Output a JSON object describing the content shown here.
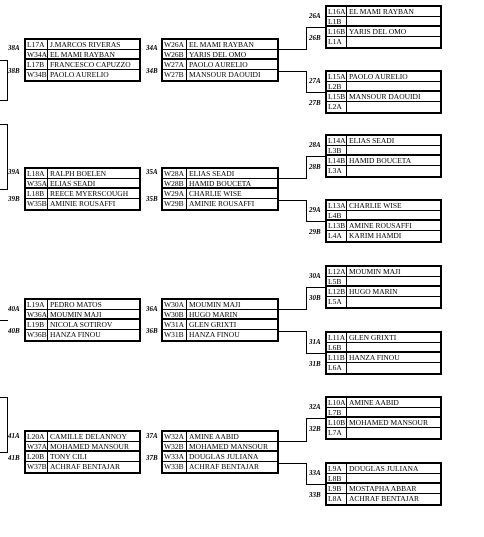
{
  "left": [
    {
      "id": "38",
      "labels": [
        "38A",
        "38B"
      ],
      "rows": [
        {
          "code": "L17A",
          "name": "J.MARCOS RIVERAS"
        },
        {
          "code": "W34A",
          "name": "EL MAMI RAYBAN"
        },
        {
          "code": "L17B",
          "name": "FRANCESCO CAPUZZO"
        },
        {
          "code": "W34B",
          "name": "PAOLO AURELIO"
        }
      ]
    },
    {
      "id": "39",
      "labels": [
        "39A",
        "39B"
      ],
      "rows": [
        {
          "code": "L18A",
          "name": "RALPH BOELEN"
        },
        {
          "code": "W35A",
          "name": "ELIAS SEADI"
        },
        {
          "code": "L18B",
          "name": "REECE MYERSCOUGH"
        },
        {
          "code": "W35B",
          "name": "AMINIE ROUSAFFI"
        }
      ]
    },
    {
      "id": "40",
      "labels": [
        "40A",
        "40B"
      ],
      "rows": [
        {
          "code": "L19A",
          "name": "PEDRO MATOS"
        },
        {
          "code": "W36A",
          "name": "MOUMIN MAJI"
        },
        {
          "code": "L19B",
          "name": "NICOLA SOTIROV"
        },
        {
          "code": "W36B",
          "name": "HANZA FINOU"
        }
      ]
    },
    {
      "id": "41",
      "labels": [
        "41A",
        "41B"
      ],
      "rows": [
        {
          "code": "L20A",
          "name": "CAMILLE DELANNOY"
        },
        {
          "code": "W37A",
          "name": "MOHAMED MANSOUR"
        },
        {
          "code": "L20B",
          "name": "TONY CILI"
        },
        {
          "code": "W37B",
          "name": "ACHRAF BENTAJAR"
        }
      ]
    }
  ],
  "mid": [
    {
      "id": "34",
      "labels": [
        "34A",
        "34B"
      ],
      "rows": [
        {
          "code": "W26A",
          "name": "EL MAMI RAYBAN"
        },
        {
          "code": "W26B",
          "name": "YARIS DEL OMO"
        },
        {
          "code": "W27A",
          "name": "PAOLO AURELIO"
        },
        {
          "code": "W27B",
          "name": "MANSOUR DAOUIDI"
        }
      ]
    },
    {
      "id": "35",
      "labels": [
        "35A",
        "35B"
      ],
      "rows": [
        {
          "code": "W28A",
          "name": "ELIAS SEADI"
        },
        {
          "code": "W28B",
          "name": "HAMID BOUCETA"
        },
        {
          "code": "W29A",
          "name": "CHARLIE WISE"
        },
        {
          "code": "W29B",
          "name": "AMINIE ROUSAFFI"
        }
      ]
    },
    {
      "id": "36",
      "labels": [
        "36A",
        "36B"
      ],
      "rows": [
        {
          "code": "W30A",
          "name": "MOUMIN MAJI"
        },
        {
          "code": "W30B",
          "name": "HUGO MARIN"
        },
        {
          "code": "W31A",
          "name": "GLEN GRIXTI"
        },
        {
          "code": "W31B",
          "name": "HANZA FINOU"
        }
      ]
    },
    {
      "id": "37",
      "labels": [
        "37A",
        "37B"
      ],
      "rows": [
        {
          "code": "W32A",
          "name": "AMINE AABID"
        },
        {
          "code": "W32B",
          "name": "MOHAMED MANSOUR"
        },
        {
          "code": "W33A",
          "name": "DOUGLAS JULIANA"
        },
        {
          "code": "W33B",
          "name": "ACHRAF BENTAJAR"
        }
      ]
    }
  ],
  "right": [
    {
      "id": "26",
      "labels": [
        "26A",
        "26B"
      ],
      "rows": [
        {
          "code": "L16A",
          "name": "EL MAMI RAYBAN"
        },
        {
          "code": "L1B",
          "name": ""
        },
        {
          "code": "L16B",
          "name": "YARIS DEL OMO"
        },
        {
          "code": "L1A",
          "name": ""
        }
      ]
    },
    {
      "id": "27",
      "labels": [
        "27A",
        "27B"
      ],
      "rows": [
        {
          "code": "L15A",
          "name": "PAOLO AURELIO"
        },
        {
          "code": "L2B",
          "name": ""
        },
        {
          "code": "L15B",
          "name": "MANSOUR DAOUIDI"
        },
        {
          "code": "L2A",
          "name": ""
        }
      ]
    },
    {
      "id": "28",
      "labels": [
        "28A",
        "28B"
      ],
      "rows": [
        {
          "code": "L14A",
          "name": "ELIAS SEADI"
        },
        {
          "code": "L3B",
          "name": ""
        },
        {
          "code": "L14B",
          "name": "HAMID BOUCETA"
        },
        {
          "code": "L3A",
          "name": ""
        }
      ]
    },
    {
      "id": "29",
      "labels": [
        "29A",
        "29B"
      ],
      "rows": [
        {
          "code": "L13A",
          "name": "CHARLIE WISE"
        },
        {
          "code": "L4B",
          "name": ""
        },
        {
          "code": "L13B",
          "name": "AMINE ROUSAFFI"
        },
        {
          "code": "L4A",
          "name": "KARIM HAMDI"
        }
      ]
    },
    {
      "id": "30",
      "labels": [
        "30A",
        "30B"
      ],
      "rows": [
        {
          "code": "L12A",
          "name": "MOUMIN MAJI"
        },
        {
          "code": "L5B",
          "name": ""
        },
        {
          "code": "L12B",
          "name": "HUGO MARIN"
        },
        {
          "code": "L5A",
          "name": ""
        }
      ]
    },
    {
      "id": "31",
      "labels": [
        "31A",
        "31B"
      ],
      "rows": [
        {
          "code": "L11A",
          "name": "GLEN GRIXTI"
        },
        {
          "code": "L6B",
          "name": ""
        },
        {
          "code": "L11B",
          "name": "HANZA FINOU"
        },
        {
          "code": "L6A",
          "name": ""
        }
      ]
    },
    {
      "id": "32",
      "labels": [
        "32A",
        "32B"
      ],
      "rows": [
        {
          "code": "L10A",
          "name": "AMINE AABID"
        },
        {
          "code": "L7B",
          "name": ""
        },
        {
          "code": "L10B",
          "name": "MOHAMED MANSOUR"
        },
        {
          "code": "L7A",
          "name": ""
        }
      ]
    },
    {
      "id": "33",
      "labels": [
        "33A",
        "33B"
      ],
      "rows": [
        {
          "code": "L9A",
          "name": "DOUGLAS JULIANA"
        },
        {
          "code": "L8B",
          "name": ""
        },
        {
          "code": "L9B",
          "name": "MOSTAPHA ABBAR"
        },
        {
          "code": "L8A",
          "name": "ACHRAF BENTAJAR"
        }
      ]
    }
  ]
}
